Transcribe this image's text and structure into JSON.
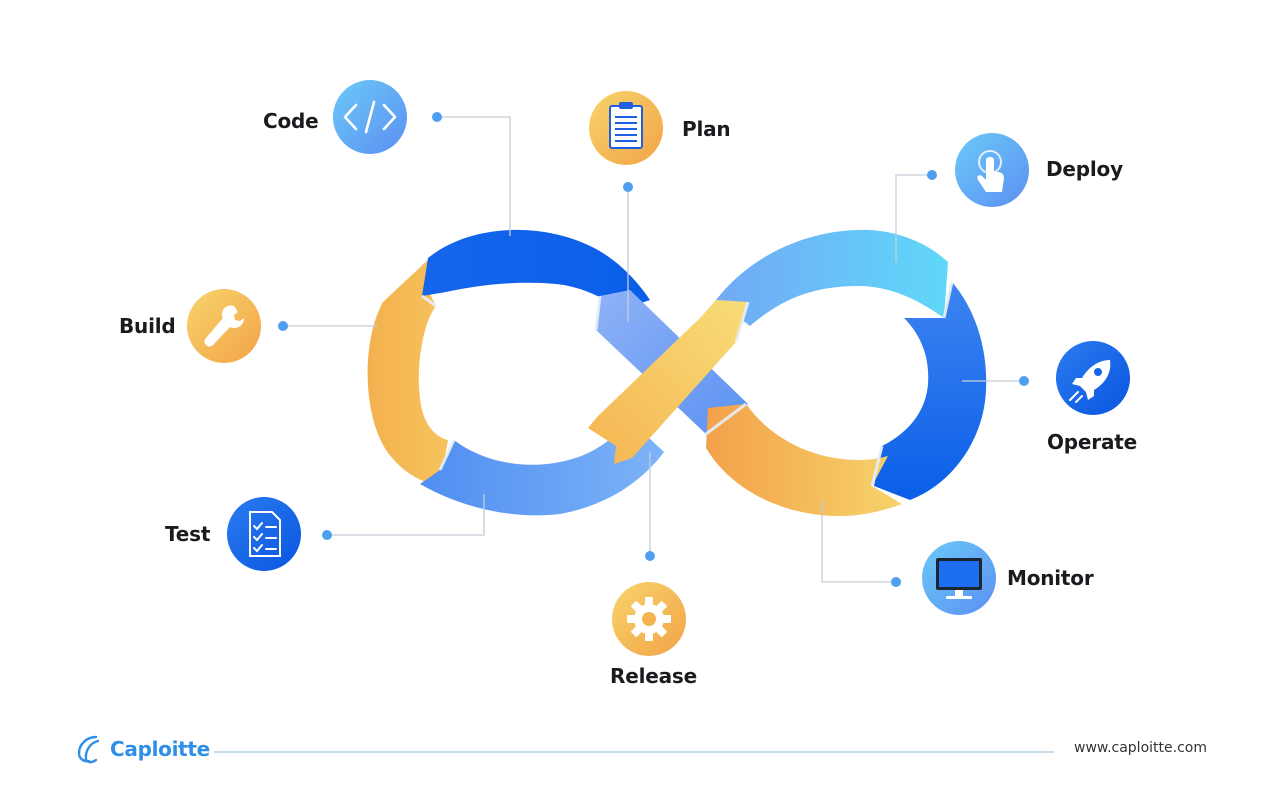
{
  "stages": {
    "code": "Code",
    "plan": "Plan",
    "deploy": "Deploy",
    "build": "Build",
    "operate": "Operate",
    "test": "Test",
    "monitor": "Monitor",
    "release": "Release"
  },
  "footer": {
    "brand": "Caploitte",
    "url": "www.caploitte.com"
  },
  "colors": {
    "blue_dark": "#0a5ee8",
    "blue_light": "#6fa8f6",
    "cyan": "#5fd6f7",
    "orange": "#f2a64a",
    "yellow": "#f6d66c",
    "connector": "#c3ced6",
    "dot": "#4e9ff0"
  },
  "icons": {
    "code": "code-brackets-icon",
    "plan": "clipboard-icon",
    "deploy": "tap-hand-icon",
    "build": "wrench-icon",
    "operate": "rocket-icon",
    "test": "checklist-icon",
    "monitor": "monitor-icon",
    "release": "gear-icon",
    "brand": "caploitte-logo-icon"
  }
}
